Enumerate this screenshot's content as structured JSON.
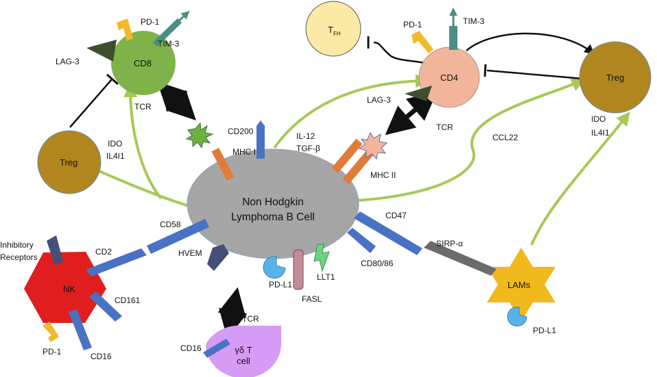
{
  "figure": {
    "main_cell": {
      "line1": "Non Hodgkin",
      "line2": "Lymphoma B Cell"
    },
    "cells": {
      "cd8": "CD8",
      "cd4": "CD4",
      "tfh_main": "T",
      "tfh_sub": "FH",
      "treg_left": "Treg",
      "treg_right": "Treg",
      "nk": "NK",
      "lams": "LAMs",
      "gd_line1": "γδ T",
      "gd_line2": "cell"
    },
    "labels": {
      "pd1_cd8": "PD-1",
      "tim3_cd8": "TIM-3",
      "lag3_cd8": "LAG-3",
      "tcr_cd8": "TCR",
      "pd1_cd4": "PD-1",
      "tim3_cd4": "TIM-3",
      "lag3_cd4": "LAG-3",
      "tcr_cd4": "TCR",
      "ido_left": "IDO",
      "il4i1_left": "IL4I1",
      "ido_right": "IDO",
      "il4i1_right": "IL4I1",
      "cd200": "CD200",
      "mhc1": "MHC I",
      "mhc2": "MHC II",
      "il12": "IL-12",
      "tgfb": "TGF-β",
      "ccl22": "CCL22",
      "cd58": "CD58",
      "cd2": "CD2",
      "hvem": "HVEM",
      "cd47": "CD47",
      "sirpa": "SIRP-α",
      "cd80_86": "CD80/86",
      "pdl1_b": "PD-L1",
      "fasl": "FASL",
      "llt1": "LLT1",
      "inhib1": "Inhibitory",
      "inhib2": "Receptors",
      "cd161": "CD161",
      "pd1_nk": "PD-1",
      "cd16_nk": "CD16",
      "tcr_gd": "TCR",
      "cd16_gd": "CD16",
      "pdl1_lams": "PD-L1"
    },
    "colors": {
      "lymphoma": "#a6a6a6",
      "cd8": "#7fb34a",
      "cd4": "#f2b59c",
      "tfh": "#fbe9a6",
      "treg": "#b2861e",
      "nk": "#e01e1e",
      "lams": "#f2b91c",
      "gd_cell": "#d69cf5",
      "receptor_blue": "#4a72c4",
      "green_arrow": "#a8c857",
      "mhc_orange": "#e17b38",
      "pd1_yellow": "#f2b92a",
      "tim3_teal": "#4a8e86",
      "lag3_dark": "#3e4f2f",
      "sirpa_gray": "#6b6b6b",
      "hvem_navy": "#44507a",
      "pdl1_lightblue": "#5ab3e8",
      "fasl_mauve": "#c38a97",
      "llt1_green": "#6ed482"
    }
  }
}
